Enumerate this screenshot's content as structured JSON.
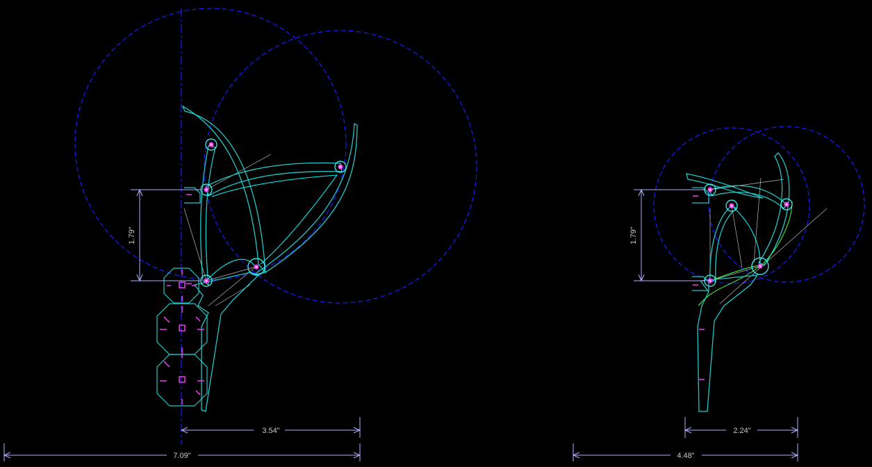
{
  "drawing": {
    "left_view": {
      "vertical_dim": "1.79\"",
      "inner_horizontal_dim": "3.54\"",
      "overall_horizontal_dim": "7.09\""
    },
    "right_view": {
      "vertical_dim": "1.79\"",
      "inner_horizontal_dim": "2.24\"",
      "overall_horizontal_dim": "4.48\""
    },
    "colors": {
      "background": "#000000",
      "construction_circles": "#1a1aff",
      "links": "#20c8c8",
      "pins": "#ff40ff",
      "dimensions": "#b0b0ff",
      "alt_link": "#40ff40"
    }
  }
}
